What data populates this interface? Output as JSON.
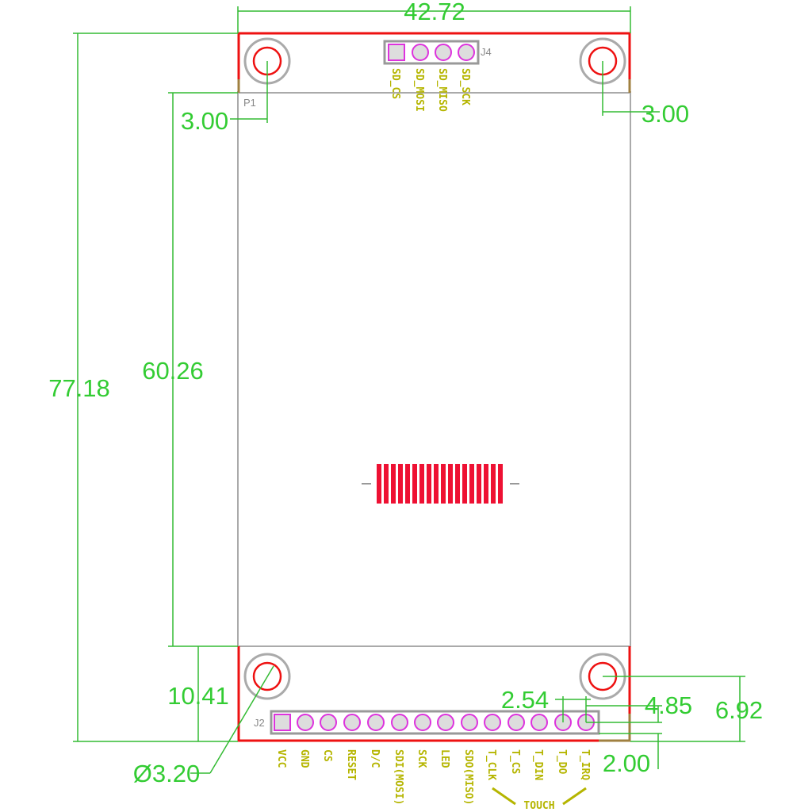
{
  "dimensions": {
    "width": "42.72",
    "height": "77.18",
    "lcd_height": "60.26",
    "hole_offset_left": "3.00",
    "hole_offset_right": "3.00",
    "bottom_margin": "10.41",
    "hole_diameter": "Ø3.20",
    "pin_pitch": "2.54",
    "header_offset": "4.85",
    "hole_to_bottom": "6.92",
    "header_bottom": "2.00"
  },
  "refs": {
    "j4": "J4",
    "j2": "J2",
    "p1": "P1"
  },
  "j4_pins": [
    "SD_CS",
    "SD_MOSI",
    "SD_MISO",
    "SD_SCK"
  ],
  "j2_pins": [
    "VCC",
    "GND",
    "CS",
    "RESET",
    "D/C",
    "SDI(MOSI)",
    "SCK",
    "LED",
    "SDO(MISO)",
    "T_CLK",
    "T_CS",
    "T_DIN",
    "T_DO",
    "T_IRQ"
  ],
  "touch_label": "TOUCH",
  "colors": {
    "outline": "#ee1111",
    "dimension": "#33cc33",
    "label": "#b5b500",
    "pad": "#dd33dd"
  }
}
